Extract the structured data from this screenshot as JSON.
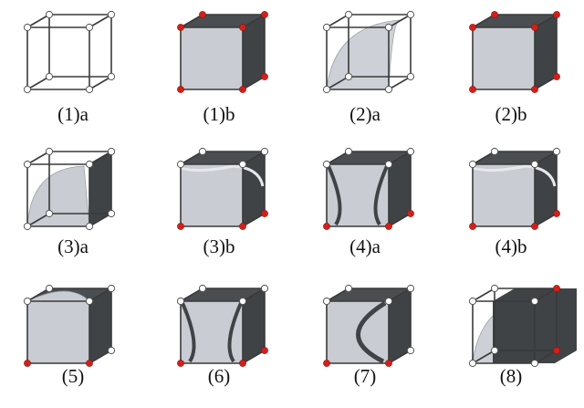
{
  "figure": {
    "cells": [
      {
        "caption": "(1)a",
        "variant": "wire"
      },
      {
        "caption": "(1)b",
        "variant": "solid"
      },
      {
        "caption": "(2)a",
        "variant": "wire-dome"
      },
      {
        "caption": "(2)b",
        "variant": "solid"
      },
      {
        "caption": "(3)a",
        "variant": "half-dome"
      },
      {
        "caption": "(3)b",
        "variant": "solid-saddle"
      },
      {
        "caption": "(4)a",
        "variant": "solid-curved"
      },
      {
        "caption": "(4)b",
        "variant": "solid-saddle"
      },
      {
        "caption": "(5)",
        "variant": "solid-dome-top"
      },
      {
        "caption": "(6)",
        "variant": "solid-curved"
      },
      {
        "caption": "(7)",
        "variant": "solid-swirl"
      },
      {
        "caption": "(8)",
        "variant": "offset-dome"
      }
    ]
  },
  "colors": {
    "front_face": "#c9ccd2",
    "dark_face": "#3f4346",
    "edge": "#3a3a3a",
    "vertex_white": "#ffffff",
    "vertex_red": "#d31f1a"
  }
}
